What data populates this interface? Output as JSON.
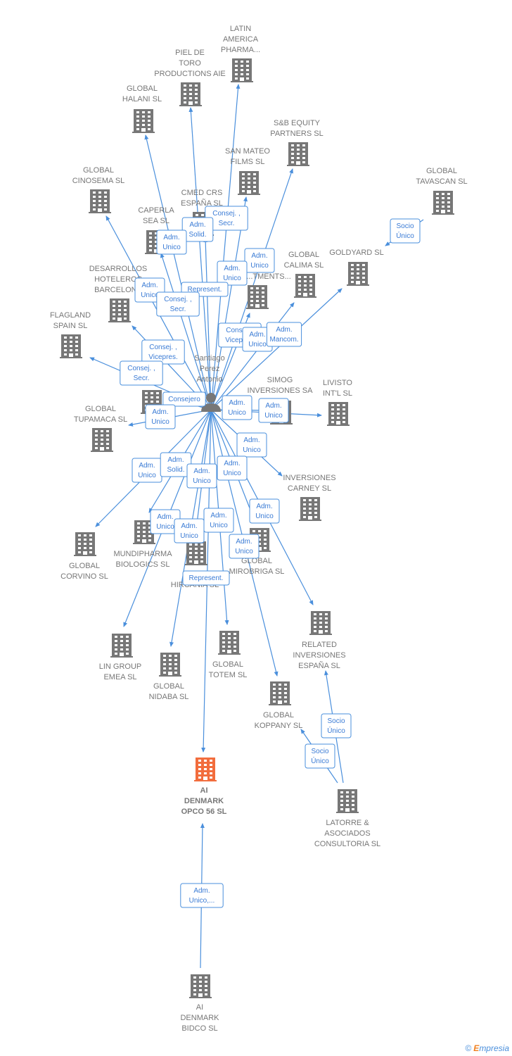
{
  "colors": {
    "edge": "#4a8fdc",
    "building": "#777777",
    "focus_building": "#f26d3d",
    "person": "#777777"
  },
  "brand": {
    "copyright": "©",
    "e": "E",
    "name": "mpresia"
  },
  "nodes": [
    {
      "id": "latin",
      "type": "company",
      "label": [
        "LATIN",
        "AMERICA",
        "PHARMA..."
      ]
    },
    {
      "id": "piel",
      "type": "company",
      "label": [
        "PIEL DE",
        "TORO",
        "PRODUCTIONS AIE"
      ]
    },
    {
      "id": "halani",
      "type": "company",
      "label": [
        "GLOBAL",
        "HALANI  SL"
      ]
    },
    {
      "id": "sbequity",
      "type": "company",
      "label": [
        "S&B EQUITY",
        "PARTNERS  SL"
      ]
    },
    {
      "id": "sanmateo",
      "type": "company",
      "label": [
        "SAN MATEO",
        "FILMS SL"
      ]
    },
    {
      "id": "cinosema",
      "type": "company",
      "label": [
        "GLOBAL",
        "CINOSEMA SL"
      ]
    },
    {
      "id": "tavascan",
      "type": "company",
      "label": [
        "GLOBAL",
        "TAVASCAN  SL"
      ]
    },
    {
      "id": "cmed",
      "type": "company",
      "label": [
        "CMED CRS",
        "ESPAÑA  SL"
      ]
    },
    {
      "id": "caperla",
      "type": "company",
      "label": [
        "CAPERLA",
        "SEA SL"
      ]
    },
    {
      "id": "goldyard",
      "type": "company",
      "label": [
        "GOLDYARD SL"
      ]
    },
    {
      "id": "calima",
      "type": "company",
      "label": [
        "GLOBAL",
        "CALIMA SL"
      ]
    },
    {
      "id": "tments",
      "type": "company",
      "label": [
        "...TMENTS..."
      ]
    },
    {
      "id": "desarrollos",
      "type": "company",
      "label": [
        "DESARROLLOS",
        "HOTELEROS",
        "BARCELONA"
      ]
    },
    {
      "id": "flagland",
      "type": "company",
      "label": [
        "FLAGLAND",
        "SPAIN SL"
      ]
    },
    {
      "id": "ana",
      "type": "company",
      "label": [
        "C...",
        "...ANA"
      ]
    },
    {
      "id": "simog",
      "type": "company",
      "label": [
        "SIMOG",
        "INVERSIONES SA"
      ]
    },
    {
      "id": "livisto",
      "type": "company",
      "label": [
        "LIVISTO",
        "INT'L  SL"
      ]
    },
    {
      "id": "tupamaca",
      "type": "company",
      "label": [
        "GLOBAL",
        "TUPAMACA SL"
      ]
    },
    {
      "id": "carney",
      "type": "company",
      "label": [
        "INVERSIONES",
        "CARNEY SL"
      ]
    },
    {
      "id": "corvino",
      "type": "company",
      "label": [
        "GLOBAL",
        "CORVINO SL"
      ]
    },
    {
      "id": "mundipharma",
      "type": "company",
      "label": [
        "MUNDIPHARMA",
        "BIOLOGICS  SL"
      ]
    },
    {
      "id": "hircania",
      "type": "company",
      "label": [
        "G...",
        "HIRCANIA SL"
      ]
    },
    {
      "id": "mirobriga",
      "type": "company",
      "label": [
        "GLOBAL",
        "MIROBRIGA SL"
      ]
    },
    {
      "id": "related",
      "type": "company",
      "label": [
        "RELATED",
        "INVERSIONES",
        "ESPAÑA  SL"
      ]
    },
    {
      "id": "lingroup",
      "type": "company",
      "label": [
        "LIN GROUP",
        "EMEA  SL"
      ]
    },
    {
      "id": "nidaba",
      "type": "company",
      "label": [
        "GLOBAL",
        "NIDABA  SL"
      ]
    },
    {
      "id": "totem",
      "type": "company",
      "label": [
        "GLOBAL",
        "TOTEM  SL"
      ]
    },
    {
      "id": "koppany",
      "type": "company",
      "label": [
        "GLOBAL",
        "KOPPANY  SL"
      ]
    },
    {
      "id": "focus",
      "type": "focus",
      "label": [
        "AI",
        "DENMARK",
        "OPCO 56  SL"
      ]
    },
    {
      "id": "latorre",
      "type": "company",
      "label": [
        "LATORRE &",
        "ASOCIADOS",
        "CONSULTORIA SL"
      ]
    },
    {
      "id": "bidco",
      "type": "company",
      "label": [
        "AI",
        "DENMARK",
        "BIDCO  SL"
      ]
    },
    {
      "id": "person",
      "type": "person",
      "label": [
        "Santiago",
        "Perez",
        "Antonio"
      ]
    }
  ],
  "edges": [
    {
      "from": "person",
      "to": "latin",
      "label": [
        "Consej. ,",
        "Secr."
      ]
    },
    {
      "from": "person",
      "to": "piel",
      "label": [
        "Adm.",
        "Solid."
      ]
    },
    {
      "from": "person",
      "to": "halani",
      "label": [
        "Adm.",
        "Unico"
      ]
    },
    {
      "from": "person",
      "to": "sbequity",
      "label": [
        "Adm.",
        "Unico"
      ]
    },
    {
      "from": "person",
      "to": "sanmateo",
      "label": [
        "Adm.",
        "Unico"
      ]
    },
    {
      "from": "person",
      "to": "cinosema",
      "label": [
        "Adm.",
        "Unico"
      ]
    },
    {
      "from": "person",
      "to": "cmed",
      "label": [
        "Represent."
      ]
    },
    {
      "from": "person",
      "to": "caperla",
      "label": [
        "Consej. ,",
        "Secr."
      ]
    },
    {
      "from": "person",
      "to": "tments",
      "label": [
        "Consej. ,",
        "Vicepres."
      ]
    },
    {
      "from": "person",
      "to": "calima",
      "label": [
        "Adm.",
        "Unico"
      ]
    },
    {
      "from": "person",
      "to": "goldyard",
      "label": [
        "Adm.",
        "Mancom."
      ]
    },
    {
      "from": "person",
      "to": "desarrollos",
      "label": [
        "Consej. ,",
        "Vicepres."
      ]
    },
    {
      "from": "person",
      "to": "flagland",
      "label": [
        "Consej. ,",
        "Secr."
      ]
    },
    {
      "from": "person",
      "to": "ana",
      "label": [
        "Consejero"
      ]
    },
    {
      "from": "person",
      "to": "simog",
      "label": [
        "Adm.",
        "Unico"
      ]
    },
    {
      "from": "person",
      "to": "livisto",
      "label": [
        "Adm.",
        "Unico"
      ]
    },
    {
      "from": "person",
      "to": "tupamaca",
      "label": [
        "Adm.",
        "Unico"
      ]
    },
    {
      "from": "person",
      "to": "carney",
      "label": [
        "Adm.",
        "Unico"
      ]
    },
    {
      "from": "person",
      "to": "corvino",
      "label": [
        "Adm.",
        "Unico"
      ]
    },
    {
      "from": "person",
      "to": "mundipharma",
      "label": [
        "Adm.",
        "Solid."
      ]
    },
    {
      "from": "person",
      "to": "hircania",
      "label": [
        "Adm.",
        "Unico"
      ]
    },
    {
      "from": "person",
      "to": "mirobriga",
      "label": [
        "Adm.",
        "Unico"
      ]
    },
    {
      "from": "person",
      "to": "related",
      "label": [
        "Adm.",
        "Unico"
      ]
    },
    {
      "from": "person",
      "to": "lingroup",
      "label": [
        "Adm.",
        "Unico"
      ]
    },
    {
      "from": "person",
      "to": "nidaba",
      "label": [
        "Adm.",
        "Unico"
      ]
    },
    {
      "from": "person",
      "to": "totem",
      "label": [
        "Adm.",
        "Unico"
      ]
    },
    {
      "from": "person",
      "to": "koppany",
      "label": [
        "Adm.",
        "Unico"
      ]
    },
    {
      "from": "person",
      "to": "focus",
      "label": [
        "Represent."
      ]
    },
    {
      "from": "tavascan",
      "to": "goldyard",
      "label": [
        "Socio",
        "Único"
      ]
    },
    {
      "from": "latorre",
      "to": "related",
      "label": [
        "Socio",
        "Único"
      ]
    },
    {
      "from": "latorre",
      "to": "koppany",
      "label": [
        "Socio",
        "Único"
      ]
    },
    {
      "from": "bidco",
      "to": "focus",
      "label": [
        "Adm.",
        "Unico,..."
      ]
    }
  ]
}
